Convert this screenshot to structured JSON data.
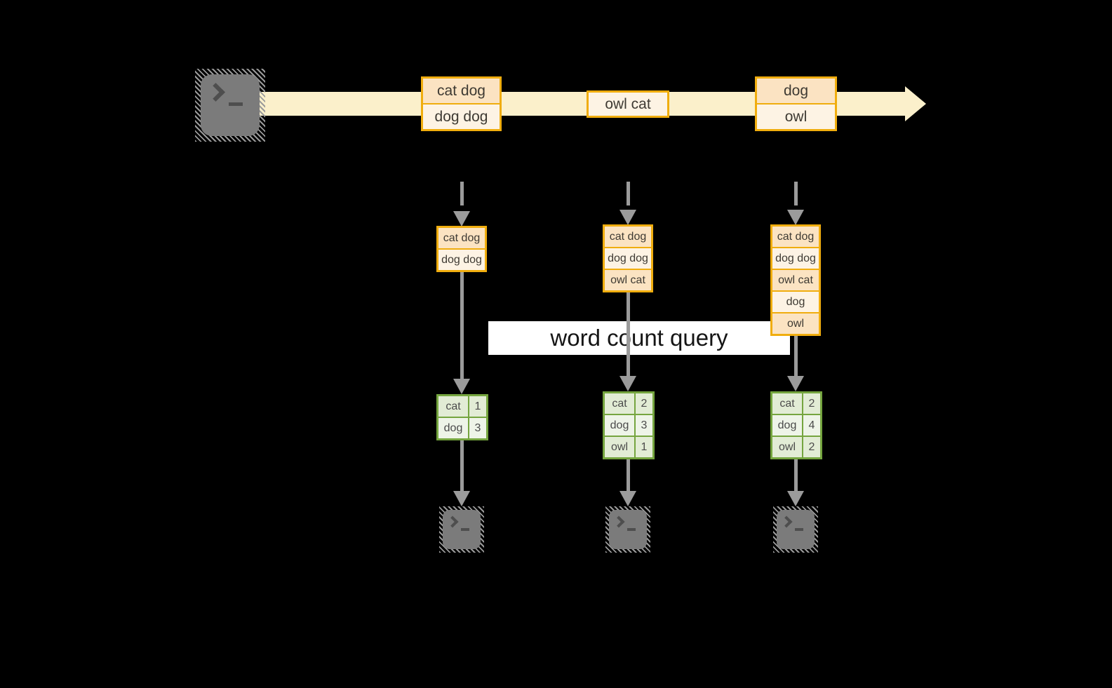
{
  "query_label": "word count query",
  "batches": [
    [
      "cat dog",
      "dog dog"
    ],
    [
      "owl cat"
    ],
    [
      "dog",
      "owl"
    ]
  ],
  "states": [
    [
      "cat dog",
      "dog dog"
    ],
    [
      "cat dog",
      "dog dog",
      "owl cat"
    ],
    [
      "cat dog",
      "dog dog",
      "owl cat",
      "dog",
      "owl"
    ]
  ],
  "counts": [
    [
      [
        "cat",
        "1"
      ],
      [
        "dog",
        "3"
      ]
    ],
    [
      [
        "cat",
        "2"
      ],
      [
        "dog",
        "3"
      ],
      [
        "owl",
        "1"
      ]
    ],
    [
      [
        "cat",
        "2"
      ],
      [
        "dog",
        "4"
      ],
      [
        "owl",
        "2"
      ]
    ]
  ],
  "icons": {
    "source": "terminal-icon",
    "sink": "terminal-icon"
  },
  "colors": {
    "background": "#000000",
    "stream_arrow": "#fbf0cb",
    "message_border": "#f0ad0e",
    "message_fill_dark": "#fbe3c2",
    "message_fill_light": "#fdf3e4",
    "table_border": "#75a53f",
    "table_fill_dark": "#e2ecd5",
    "table_fill_light": "#eef4e8",
    "connector": "#9b9b9b",
    "terminal_body": "#7b7b7b"
  }
}
